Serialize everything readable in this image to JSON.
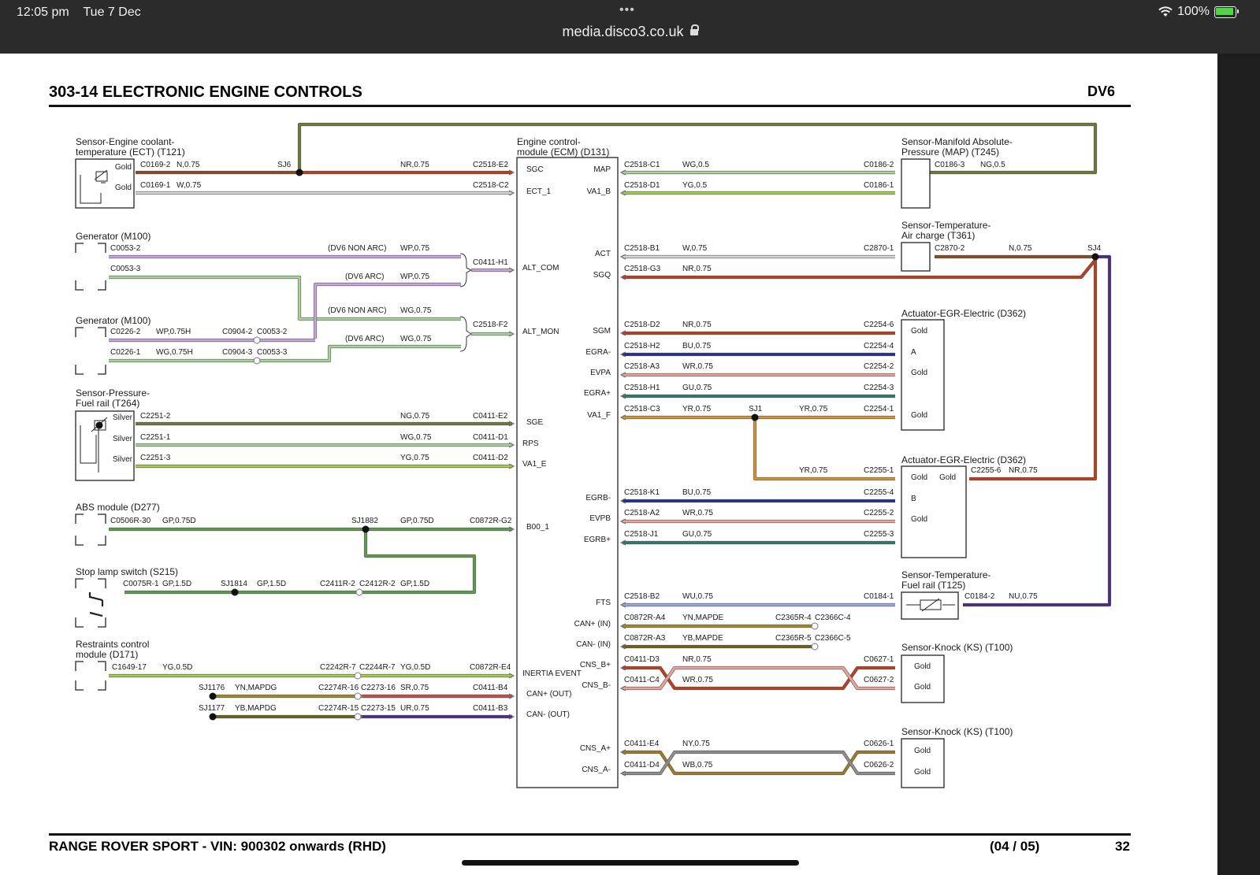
{
  "status": {
    "time": "12:05 pm",
    "date": "Tue 7 Dec",
    "url": "media.disco3.co.uk",
    "battery": "100%"
  },
  "page": {
    "title": "303-14 ELECTRONIC ENGINE CONTROLS",
    "variant": "DV6",
    "footer": "RANGE ROVER SPORT - VIN: 900302 onwards  (RHD)",
    "pages": "(04 / 05)",
    "page_number": "32"
  },
  "components": {
    "ect": [
      "Sensor-Engine coolant-",
      "temperature (ECT) (T121)"
    ],
    "gen1": "Generator (M100)",
    "gen2": "Generator (M100)",
    "fuelp": [
      "Sensor-Pressure-",
      "Fuel rail (T264)"
    ],
    "abs": "ABS module (D277)",
    "stop": "Stop lamp switch (S215)",
    "rcm": [
      "Restraints control",
      "module (D171)"
    ],
    "ecm": [
      "Engine control-",
      "module (ECM) (D131)"
    ],
    "map": [
      "Sensor-Manifold Absolute-",
      "Pressure (MAP) (T245)"
    ],
    "iat": [
      "Sensor-Temperature-",
      "Air charge (T361)"
    ],
    "egra": "Actuator-EGR-Electric (D362)",
    "egrb": "Actuator-EGR-Electric (D362)",
    "fts": [
      "Sensor-Temperature-",
      "Fuel rail (T125)"
    ],
    "ks1": "Sensor-Knock (KS) (T100)",
    "ks2": "Sensor-Knock (KS) (T100)"
  },
  "pins": {
    "left": [
      "SGC",
      "ECT_1",
      "ALT_COM",
      "ALT_MON",
      "SGE",
      "RPS",
      "VA1_E",
      "B00_1",
      "INERTIA EVENT",
      "CAN+ (OUT)",
      "CAN- (OUT)"
    ],
    "right": [
      "MAP",
      "VA1_B",
      "ACT",
      "SGQ",
      "SGM",
      "EGRA-",
      "EVPA",
      "EGRA+",
      "VA1_F",
      "EGRB-",
      "EVPB",
      "EGRB+",
      "FTS",
      "CAN+ (IN)",
      "CAN- (IN)",
      "CNS_B+",
      "CNS_B-",
      "CNS_A+",
      "CNS_A-"
    ]
  },
  "actuator_labels": {
    "gold": "Gold",
    "a": "A",
    "b": "B",
    "silver": "Silver"
  },
  "wire_labels": {
    "ect1": [
      "C0169-2",
      "N,0.75",
      "SJ6",
      "NR,0.75",
      "C2518-E2"
    ],
    "ect2": [
      "C0169-1",
      "W,0.75",
      "C2518-C2"
    ],
    "g1a": [
      "C0053-2",
      "(DV6 NON ARC)",
      "WP,0.75",
      "C0411-H1"
    ],
    "g1b": [
      "C0053-3",
      "(DV6 ARC)",
      "WP,0.75"
    ],
    "g2a": [
      "C0226-2",
      "WP,0.75H",
      "C0904-2",
      "C0053-2",
      "(DV6 NON ARC)",
      "WG,0.75",
      "C2518-F2"
    ],
    "g2b": [
      "C0226-1",
      "WG,0.75H",
      "C0904-3",
      "C0053-3",
      "(DV6 ARC)",
      "WG,0.75"
    ],
    "fp1": [
      "C2251-2",
      "NG,0.75",
      "C0411-E2"
    ],
    "fp2": [
      "C2251-1",
      "WG,0.75",
      "C0411-D1"
    ],
    "fp3": [
      "C2251-3",
      "YG,0.75",
      "C0411-D2"
    ],
    "abs": [
      "C0506R-30",
      "GP,0.75D",
      "SJ1882",
      "GP,0.75D",
      "C0872R-G2"
    ],
    "stop": [
      "C0075R-1",
      "GP,1.5D",
      "SJ1814",
      "GP,1.5D",
      "C2411R-2",
      "C2412R-2",
      "GP,1.5D"
    ],
    "rcm1": [
      "C1649-17",
      "YG,0.5D",
      "C2242R-7",
      "C2244R-7",
      "YG,0.5D",
      "C0872R-E4"
    ],
    "rcm2": [
      "SJ1176",
      "YN,MAPDG",
      "C2274R-16",
      "C2273-16",
      "SR,0.75",
      "C0411-B4"
    ],
    "rcm3": [
      "SJ1177",
      "YB,MAPDG",
      "C2274R-15",
      "C2273-15",
      "UR,0.75",
      "C0411-B3"
    ],
    "map1": [
      "C2518-C1",
      "WG,0.5",
      "C0186-2",
      "C0186-3",
      "NG,0.5"
    ],
    "map2": [
      "C2518-D1",
      "YG,0.5",
      "C0186-1"
    ],
    "act": [
      "C2518-B1",
      "W,0.75",
      "C2870-1",
      "C2870-2",
      "N,0.75",
      "SJ4"
    ],
    "sgq": [
      "C2518-G3",
      "NR,0.75"
    ],
    "ea1": [
      "C2518-D2",
      "NR,0.75",
      "C2254-6"
    ],
    "ea2": [
      "C2518-H2",
      "BU,0.75",
      "C2254-4"
    ],
    "ea3": [
      "C2518-A3",
      "WR,0.75",
      "C2254-2"
    ],
    "ea4": [
      "C2518-H1",
      "GU,0.75",
      "C2254-3"
    ],
    "ea5": [
      "C2518-C3",
      "YR,0.75",
      "SJ1",
      "YR,0.75",
      "C2254-1"
    ],
    "eb0": [
      "YR,0.75",
      "C2255-1",
      "C2255-6",
      "NR,0.75"
    ],
    "eb1": [
      "C2518-K1",
      "BU,0.75",
      "C2255-4"
    ],
    "eb2": [
      "C2518-A2",
      "WR,0.75",
      "C2255-2"
    ],
    "eb3": [
      "C2518-J1",
      "GU,0.75",
      "C2255-3"
    ],
    "fts": [
      "C2518-B2",
      "WU,0.75",
      "C0184-1",
      "C0184-2",
      "NU,0.75"
    ],
    "canp": [
      "C0872R-A4",
      "YN,MAPDE",
      "C2365R-4",
      "C2366C-4"
    ],
    "canm": [
      "C0872R-A3",
      "YB,MAPDE",
      "C2365R-5",
      "C2366C-5"
    ],
    "ksb1": [
      "C0411-D3",
      "NR,0.75",
      "C0627-1"
    ],
    "ksb2": [
      "C0411-C4",
      "WR,0.75",
      "C0627-2"
    ],
    "ksa1": [
      "C0411-E4",
      "NY,0.75",
      "C0626-1"
    ],
    "ksa2": [
      "C0411-D4",
      "WB,0.75",
      "C0626-2"
    ]
  },
  "colors": {
    "N": "#8a4a1f",
    "NR": "#b8401f",
    "W": "#d6d6d6",
    "WP": "#c4a8dd",
    "WG": "#a9d39a",
    "NG": "#6d7a36",
    "YG": "#a6cc4c",
    "GP": "#5f9a50",
    "YN": "#a18a2a",
    "YB": "#6a6318",
    "SR": "#c0504a",
    "UR": "#4a2d8f",
    "BU": "#232f8c",
    "WR": "#e8a29a",
    "GU": "#2f7a6a",
    "YR": "#d2952f",
    "WU": "#9aa6e2",
    "NU": "#4a2d7a",
    "NY": "#9b7a28",
    "WB": "#8c8c8c"
  }
}
